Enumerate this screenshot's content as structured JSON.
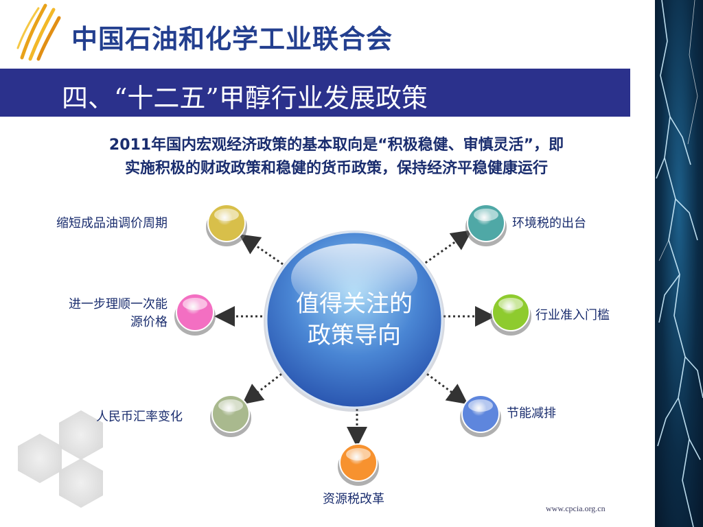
{
  "header": {
    "org_name": "中国石油和化学工业联合会"
  },
  "title": "四、“十二五”甲醇行业发展政策",
  "intro": {
    "line1": "2011年国内宏观经济政策的基本取向是“积极稳健、审慎灵活”，即",
    "line2": "实施积极的财政政策和稳健的货币政策，保持经济平稳健康运行"
  },
  "center": {
    "line1": "值得关注的",
    "line2": "政策导向"
  },
  "nodes": [
    {
      "label": "缩短成品油调价周期",
      "color": "#d8bf4a"
    },
    {
      "label": "环境税的出台",
      "color": "#4fa8a6"
    },
    {
      "label_line1": "进一步理顺一次能",
      "label_line2": "源价格",
      "color": "#f36fc2"
    },
    {
      "label": "行业准入门槛",
      "color": "#8ecb2e"
    },
    {
      "label": "人民币汇率变化",
      "color": "#a9b98e"
    },
    {
      "label": "节能减排",
      "color": "#5e86dd"
    },
    {
      "label": "资源税改革",
      "color": "#f7922f"
    }
  ],
  "footer": {
    "website": "www.cpcia.org.cn"
  }
}
